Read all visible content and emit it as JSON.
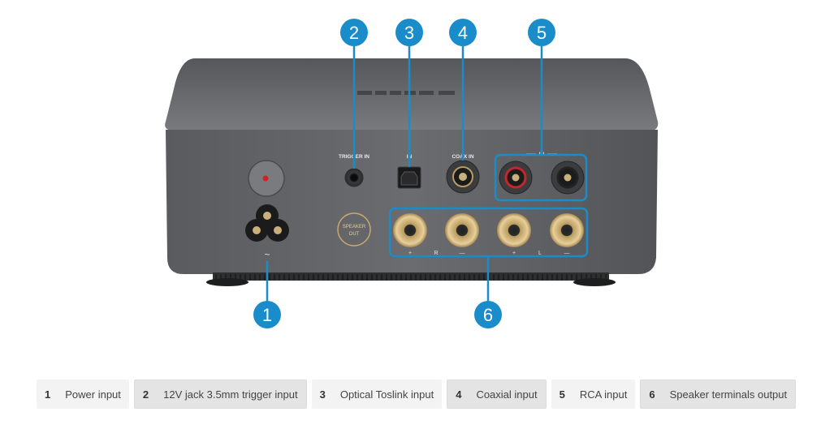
{
  "device": {
    "logo_text": "",
    "labels": {
      "trigger": "TRIGGER IN",
      "optical": "IN",
      "coax": "COAX IN",
      "rca": "IN",
      "speaker_badge_line1": "SPEAKER",
      "speaker_badge_line2": "OUT",
      "power_symbol": "~",
      "terminal_marks": [
        "+",
        "R",
        "—",
        "+",
        "L",
        "—"
      ]
    }
  },
  "callouts": [
    {
      "number": "1"
    },
    {
      "number": "2"
    },
    {
      "number": "3"
    },
    {
      "number": "4"
    },
    {
      "number": "5"
    },
    {
      "number": "6"
    }
  ],
  "legend": [
    {
      "number": "1",
      "label": "Power input"
    },
    {
      "number": "2",
      "label": "12V jack 3.5mm trigger input"
    },
    {
      "number": "3",
      "label": "Optical Toslink input"
    },
    {
      "number": "4",
      "label": "Coaxial input"
    },
    {
      "number": "5",
      "label": "RCA input"
    },
    {
      "number": "6",
      "label": "Speaker terminals output"
    }
  ],
  "colors": {
    "callout": "#1a8cc9",
    "body": "#5d5e60",
    "top": "#6f7073",
    "terminal_gold": "#d9c08a"
  }
}
